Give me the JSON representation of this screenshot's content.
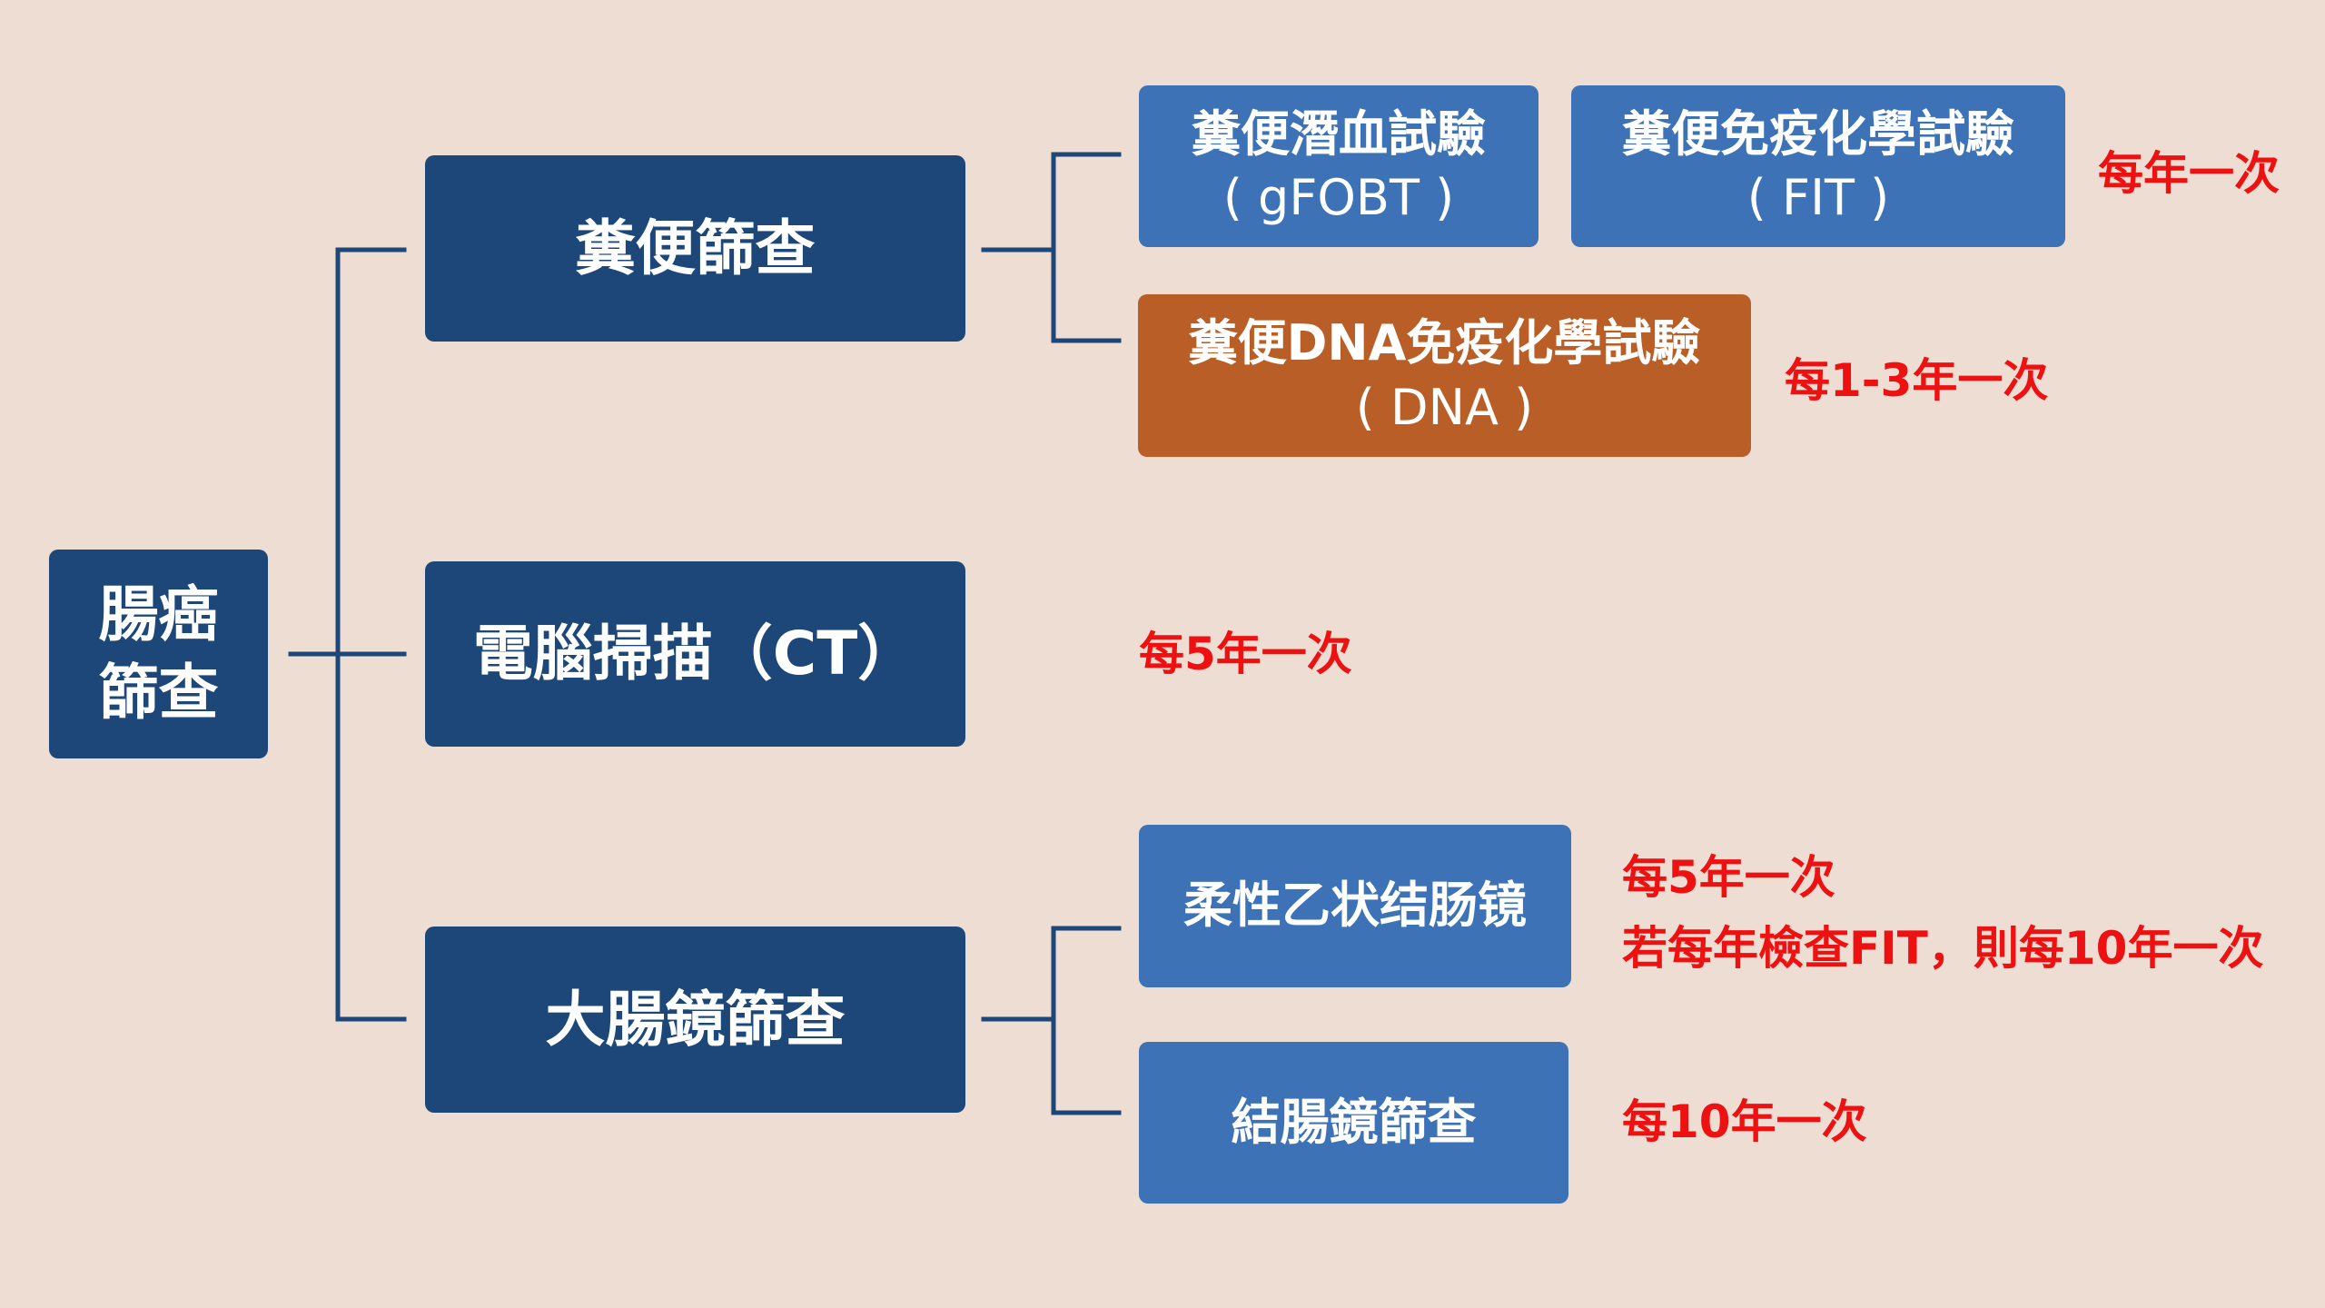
{
  "root": {
    "lines": [
      "腸癌",
      "篩查"
    ]
  },
  "branches": {
    "stool": {
      "label": "糞便篩查",
      "tests": {
        "gfobt": {
          "lines": [
            "糞便潛血試驗",
            "( gFOBT )"
          ]
        },
        "fit": {
          "lines": [
            "糞便免疫化學試驗",
            "( FIT )"
          ]
        },
        "dna": {
          "lines": [
            "糞便DNA免疫化學試驗",
            "( DNA )"
          ]
        }
      },
      "notes": {
        "yearly": "每年一次",
        "dna": "每1-3年一次"
      }
    },
    "ct": {
      "label": "電腦掃描（CT）",
      "note": "每5年一次"
    },
    "colonoscopy": {
      "label": "大腸鏡篩查",
      "tests": {
        "sigmoid": {
          "label": "柔性乙状结肠镜"
        },
        "colon": {
          "label": "結腸鏡篩查"
        }
      },
      "notes": {
        "sigmoid_line1": "每5年一次",
        "sigmoid_line2": "若每年檢查FIT，則每10年一次",
        "colon": "每10年一次"
      }
    }
  },
  "colors": {
    "background": "#eeddd2",
    "dark_box": "#1c4778",
    "light_box": "#3d72b7",
    "orange_box": "#b85e26",
    "connector": "#1c4778",
    "note_text": "#ee1111"
  }
}
